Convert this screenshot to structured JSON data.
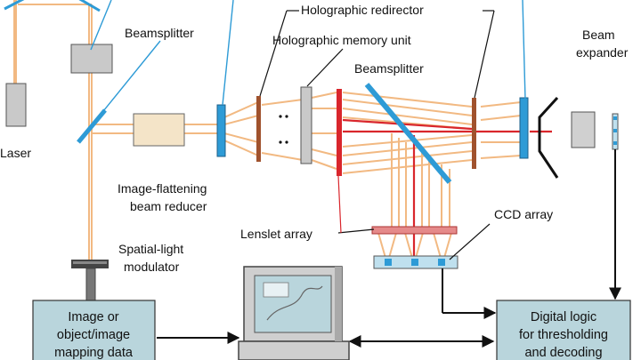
{
  "labels": {
    "beamsplitter_top": "Beamsplitter",
    "holographic_redirector": "Holographic redirector",
    "holographic_memory_unit": "Holographic memory unit",
    "beamsplitter_mid": "Beamsplitter",
    "beam_expander_line1": "Beam",
    "beam_expander_line2": "expander",
    "laser": "Laser",
    "image_flattening_line1": "Image-flattening",
    "image_flattening_line2": "beam reducer",
    "lenslet_array": "Lenslet array",
    "ccd_array": "CCD array",
    "slm_line1": "Spatial-light",
    "slm_line2": "modulator"
  },
  "boxes": {
    "image_data": [
      "Image or",
      "object/image",
      "mapping data"
    ],
    "digital_logic": [
      "Digital logic",
      "for thresholding",
      "and decoding"
    ]
  },
  "colors": {
    "beam_orange": "#f2b982",
    "beam_red": "#d9262c",
    "element_blue": "#2e9bd6",
    "box_fill": "#b9d5dc",
    "component_gray": "#c9c9c9",
    "element_brown": "#a0522d"
  }
}
